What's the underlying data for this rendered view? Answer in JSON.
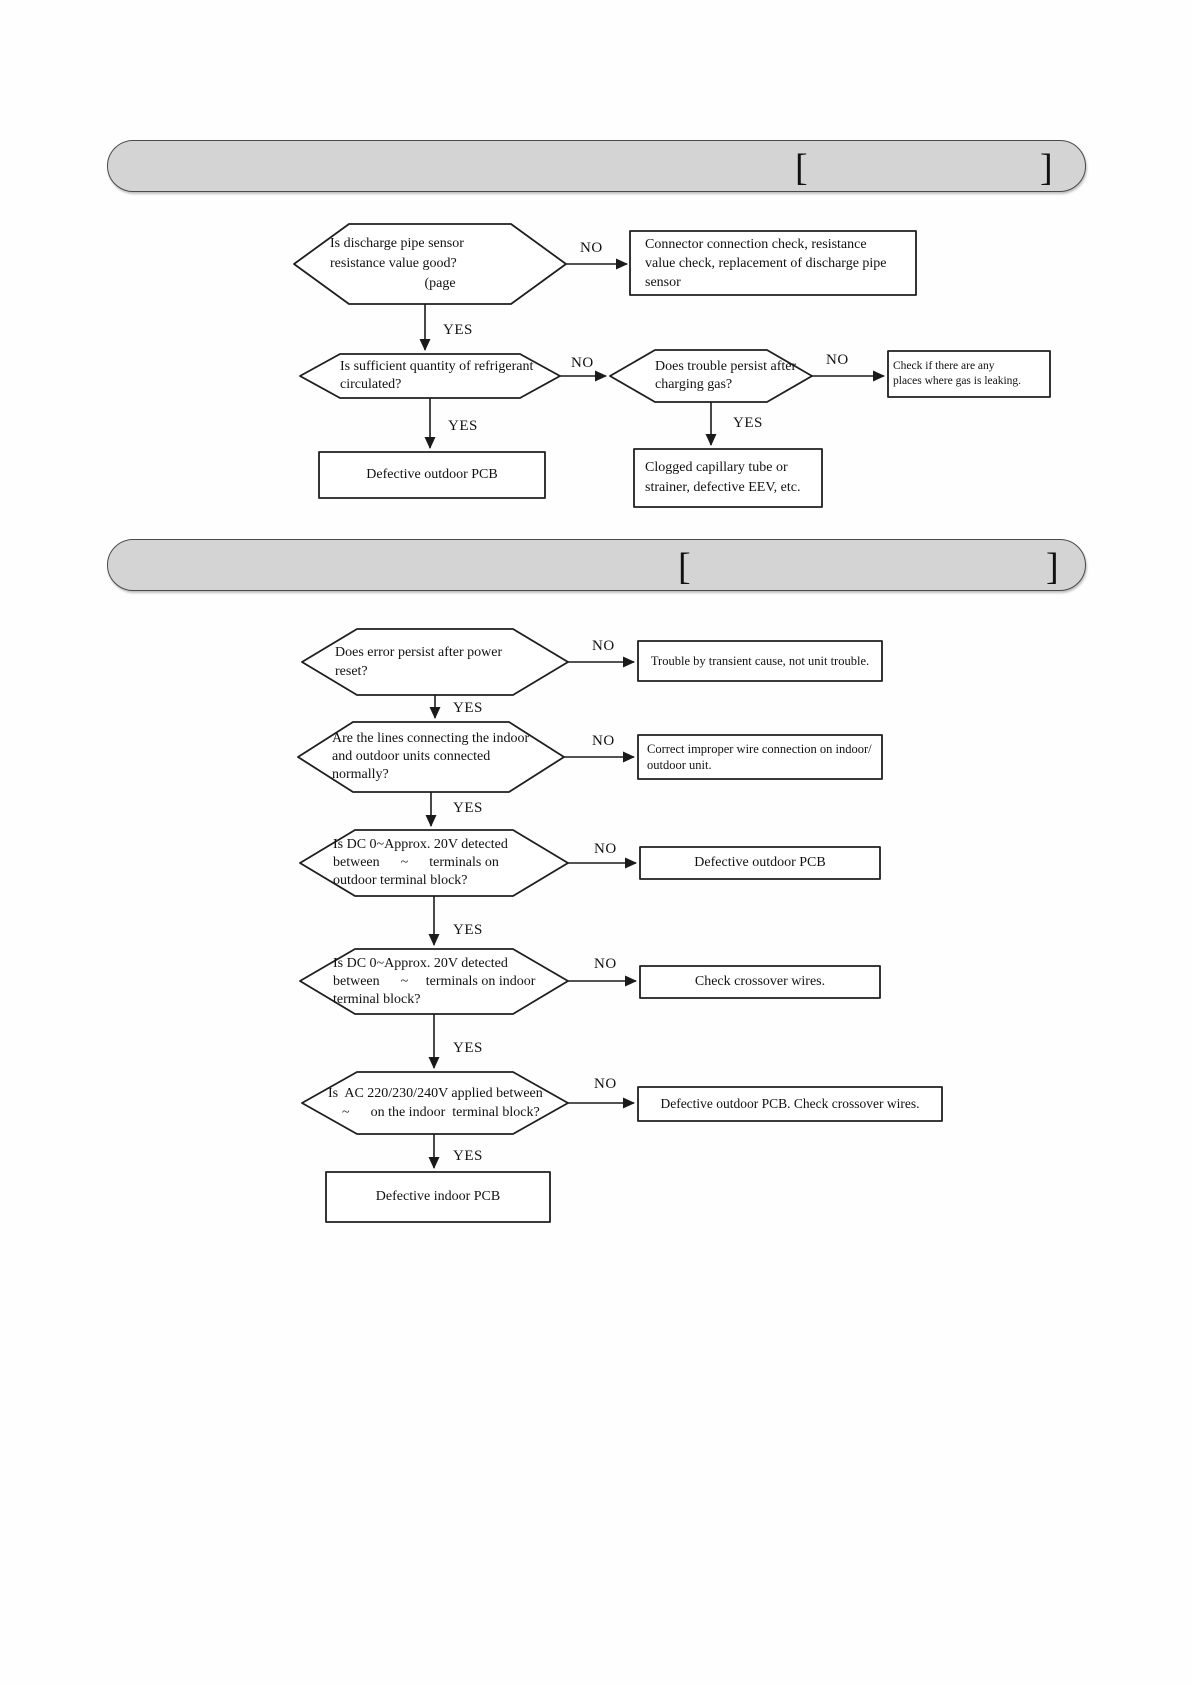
{
  "labels": {
    "no": "NO",
    "yes": "YES"
  },
  "headers": {
    "h1_left_bracket": "[",
    "h1_right_bracket": "]",
    "h2_left_bracket": "[",
    "h2_right_bracket": "]"
  },
  "colors": {
    "header_bg": "#d4d4d4",
    "line": "#1a1a1a",
    "shape_fill": "#ffffff"
  },
  "s1": {
    "q1": "Is discharge pipe sensor\nresistance value good?\n                           (page",
    "r1": "Connector connection check, resistance\nvalue check, replacement of discharge pipe\nsensor",
    "q2": "Is sufficient quantity of refrigerant\ncirculated?",
    "q3": "Does trouble persist after\ncharging gas?",
    "r2": "Check if there are any\nplaces where gas is leaking.",
    "a1": "Defective outdoor PCB",
    "a2": "Clogged capillary tube or\nstrainer, defective EEV, etc."
  },
  "s2": {
    "q1": "Does error persist after power\nreset?",
    "r1": "Trouble by transient cause, not unit trouble.",
    "q2": "Are the lines connecting the indoor\nand outdoor units connected\nnormally?",
    "r2": "Correct improper wire connection on indoor/\noutdoor unit.",
    "q3": "Is DC 0~Approx. 20V detected\nbetween      ~      terminals on\noutdoor terminal block?",
    "r3": "Defective outdoor PCB",
    "q4": "Is DC 0~Approx. 20V detected\nbetween      ~     terminals on indoor\nterminal block?",
    "r4": "Check crossover wires.",
    "q5": "Is  AC 220/230/240V applied between\n    ~      on the indoor  terminal block?",
    "r5": "Defective outdoor PCB. Check crossover wires.",
    "a1": "Defective indoor PCB"
  }
}
